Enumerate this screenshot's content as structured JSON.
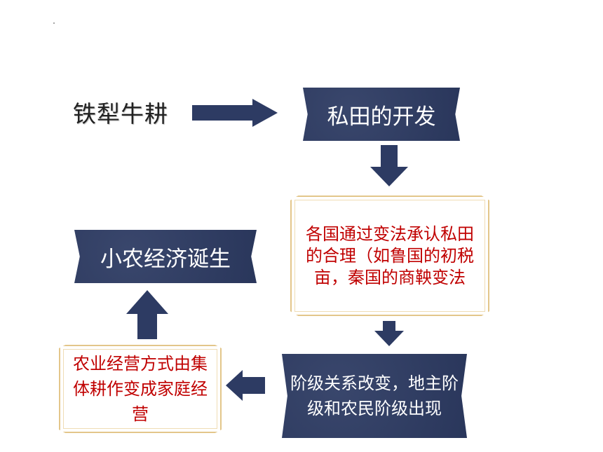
{
  "diagram": {
    "start_label": "铁犁牛耕",
    "box_private_field": "私田的开发",
    "box_reform": "各国通过变法承认私田的合理（如鲁国的初税亩，秦国的商鞅变法",
    "box_class": "阶级关系改变，地主阶级和农民阶级出现",
    "box_farming": "农业经营方式由集体耕作变成家庭经营",
    "box_small_peasant": "小农经济诞生"
  },
  "colors": {
    "stamp_fill": "#2d3b63",
    "arrow_fill": "#2d3b63",
    "scroll_border": "#e3c68a",
    "highlight_text": "#c00000"
  }
}
